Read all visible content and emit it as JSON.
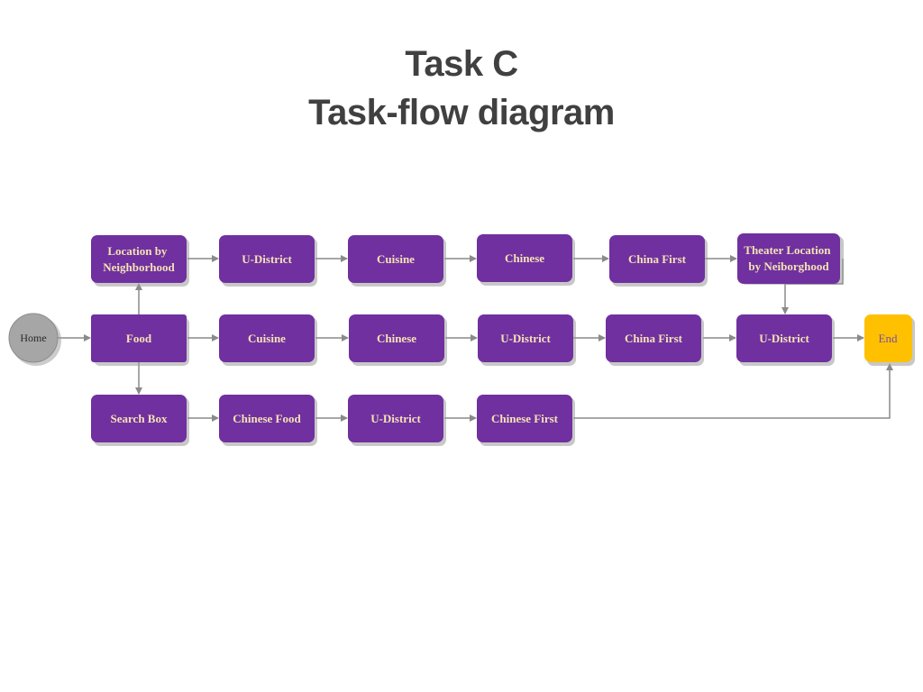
{
  "title": {
    "line1": "Task C",
    "line2": "Task-flow diagram"
  },
  "colors": {
    "step": "#7030a0",
    "step_text": "#f3e3b3",
    "end": "#ffc000",
    "home": "#a6a6a6",
    "connector": "#8a8a8a",
    "title": "#404040"
  },
  "nodes": {
    "home": "Home",
    "food": "Food",
    "location_by_neighborhood": [
      "Location by",
      "Neighborhood"
    ],
    "search_box": "Search Box",
    "top_u_district": "U-District",
    "top_cuisine": "Cuisine",
    "top_chinese": "Chinese",
    "top_china_first": "China First",
    "theater_location": [
      "Theater Location",
      "by Neiborghood"
    ],
    "mid_cuisine": "Cuisine",
    "mid_chinese": "Chinese",
    "mid_u_district": "U-District",
    "mid_china_first": "China First",
    "mid_u_district_2": "U-District",
    "end": "End",
    "bot_chinese_food": "Chinese Food",
    "bot_u_district": "U-District",
    "bot_chinese_first": "Chinese First"
  }
}
